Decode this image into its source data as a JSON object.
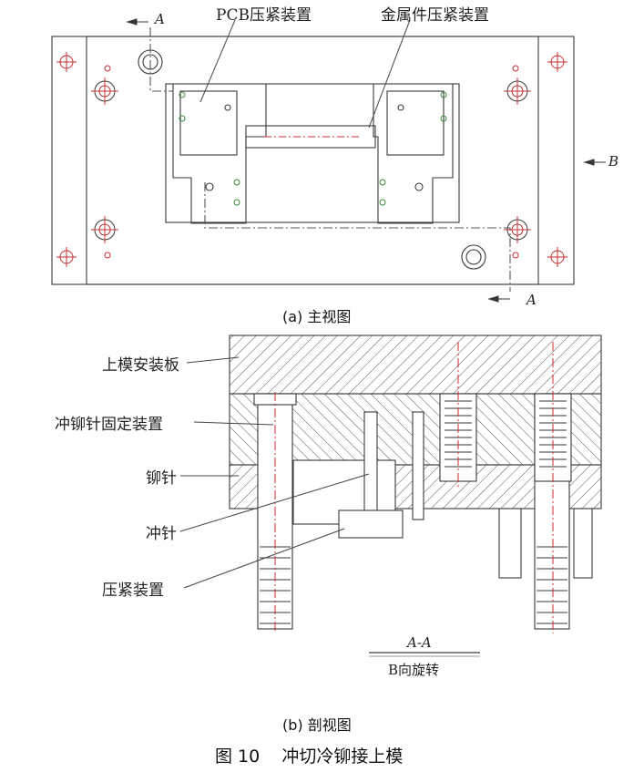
{
  "top_view": {
    "labels": {
      "pcb_clamp": "PCB压紧装置",
      "metal_clamp": "金属件压紧装置",
      "section_a": "A",
      "view_b": "B"
    },
    "caption": "(a)  主视图"
  },
  "section_view": {
    "labels": {
      "upper_plate": "上模安装板",
      "punch_rivet_fixture": "冲铆针固定装置",
      "rivet_pin": "铆针",
      "punch_pin": "冲针",
      "clamp_device": "压紧装置"
    },
    "section_title": "A-A",
    "rotation_note": "B向旋转",
    "caption": "(b)  剖视图"
  },
  "figure": {
    "caption": "图 10    冲切冷铆接上模"
  },
  "colors": {
    "line": "#3a3a3a",
    "centerline": "#d02828",
    "bolt": "#3a8a3a"
  }
}
